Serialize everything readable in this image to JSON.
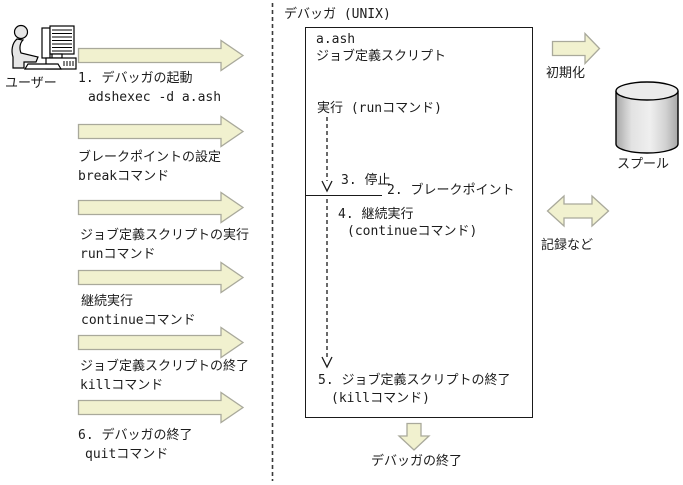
{
  "header": {
    "title": "デバッガ (UNIX)"
  },
  "user": {
    "label": "ユーザー"
  },
  "arrows": [
    {
      "line1": "1. デバッガの起動",
      "line2": "adshexec -d a.ash"
    },
    {
      "line1": "ブレークポイントの設定",
      "line2": "breakコマンド"
    },
    {
      "line1": "ジョブ定義スクリプトの実行",
      "line2": "runコマンド"
    },
    {
      "line1": "継続実行",
      "line2": "continueコマンド"
    },
    {
      "line1": "ジョブ定義スクリプトの終了",
      "line2": "killコマンド"
    },
    {
      "line1": "6. デバッガの終了",
      "line2": "quitコマンド"
    }
  ],
  "box": {
    "script_name": "a.ash",
    "script_label": "ジョブ定義スクリプト",
    "run_label": "実行 (runコマンド)",
    "stop_label": "3. 停止",
    "breakpoint_label": "2. ブレークポイント",
    "continue_line1": "4. 継続実行",
    "continue_line2": "(continueコマンド)",
    "kill_line1": "5. ジョブ定義スクリプトの終了",
    "kill_line2": "(killコマンド)"
  },
  "right": {
    "init_label": "初期化",
    "spool_label": "スプール",
    "record_label": "記録など"
  },
  "bottom": {
    "end_label": "デバッガの終了"
  },
  "icons": {
    "user": "user-at-computer-icon",
    "spool": "spool-cylinder-icon"
  },
  "colors": {
    "arrow_fill": "#f1f1cf",
    "arrow_border": "#a9a99b",
    "ink": "#1a1a1a"
  }
}
